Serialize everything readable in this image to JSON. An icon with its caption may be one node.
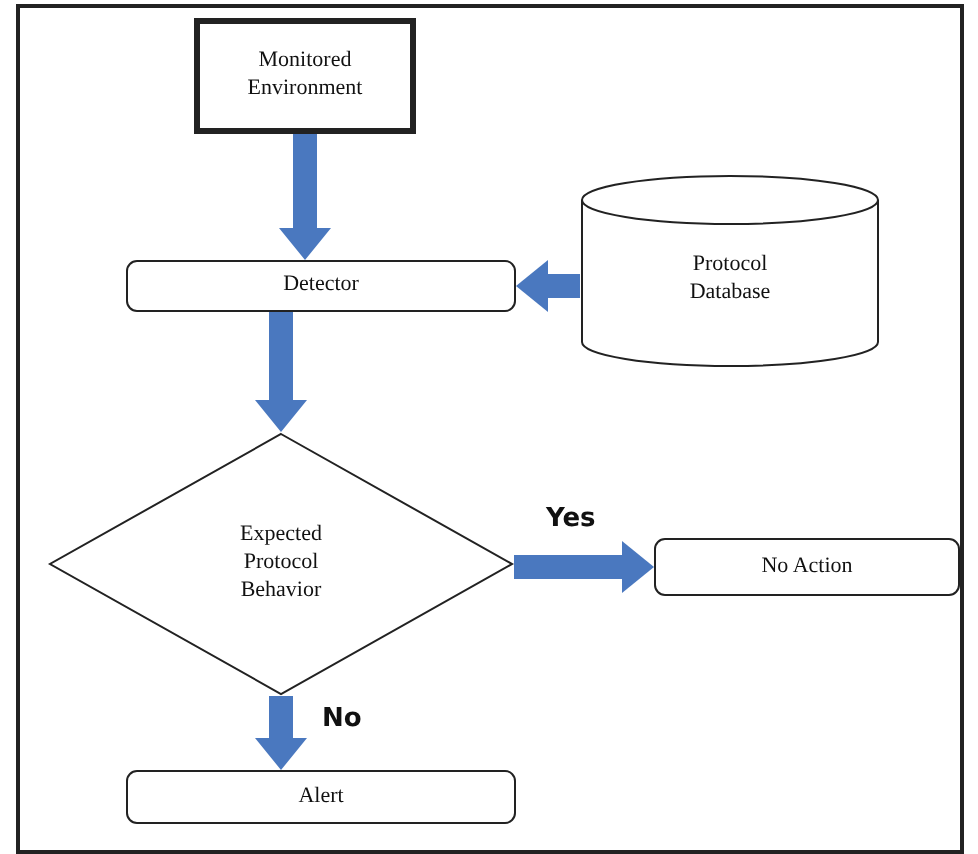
{
  "diagram": {
    "nodes": [
      {
        "text": [
          "Monitored Environment"
        ]
      },
      {
        "text": [
          "Detector"
        ]
      },
      {
        "text": [
          "Protocol Database"
        ]
      },
      {
        "text": [
          "Expected Protocol Behavior"
        ]
      },
      {
        "text": [
          "No Action"
        ]
      },
      {
        "text": [
          "Alert"
        ]
      }
    ],
    "edges": [
      {
        "from": 0,
        "to": 1,
        "arrow": "to"
      },
      {
        "from": 2,
        "to": 1,
        "arrow": "to"
      },
      {
        "from": 1,
        "to": 3,
        "arrow": "to"
      },
      {
        "from": 3,
        "to": 4,
        "arrow": "to",
        "label": "Yes"
      },
      {
        "from": 3,
        "to": 5,
        "arrow": "to",
        "label": "No"
      }
    ]
  }
}
